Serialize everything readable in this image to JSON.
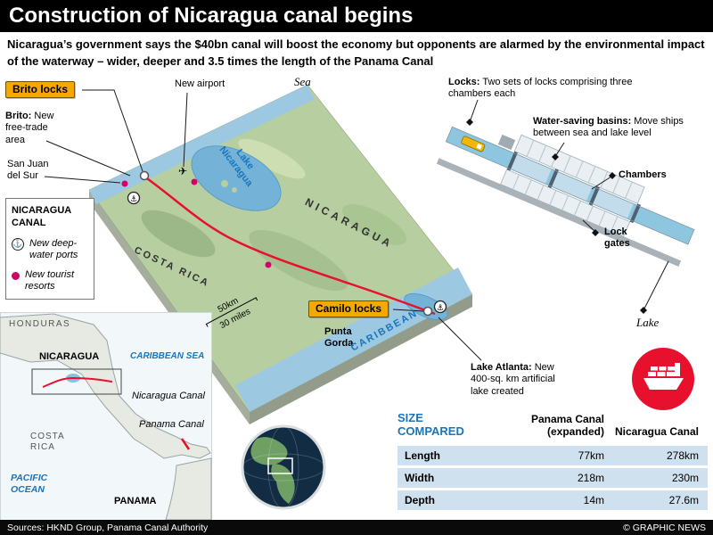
{
  "header": {
    "title": "Construction of Nicaragua canal begins"
  },
  "intro": "Nicaragua’s government says the $40bn canal will boost the economy but opponents are alarmed by the environmental impact of the waterway – wider, deeper and 3.5 times the length of the Panama Canal",
  "map": {
    "labels": {
      "brito_locks": "Brito locks",
      "new_airport": "New airport",
      "sea": "Sea",
      "brito_title": "Brito:",
      "brito_text": "New free-trade area",
      "san_juan": "San Juan del Sur",
      "costa_rica": "COSTA RICA",
      "nicaragua": "NICARAGUA",
      "lake_nicaragua": "Lake Nicaragua",
      "scale_km": "50km",
      "scale_miles": "30 miles",
      "camilo_locks": "Camilo locks",
      "punta_gorda": "Punta Gorda",
      "caribbean": "CARIBBEAN",
      "lake_atlanta_title": "Lake Atlanta:",
      "lake_atlanta_text": "New 400-sq. km artificial lake created"
    },
    "legend": {
      "title": "NICARAGUA CANAL",
      "items": [
        {
          "icon": "anchor-icon",
          "label": "New deep-water ports"
        },
        {
          "icon": "resort-dot-icon",
          "label": "New tourist resorts"
        }
      ]
    }
  },
  "locks_diagram": {
    "locks_title": "Locks:",
    "locks_text": "Two sets of locks comprising three chambers each",
    "basins_title": "Water-saving basins:",
    "basins_text": "Move ships between sea and lake level",
    "chambers": "Chambers",
    "lock_gates": "Lock gates",
    "lake": "Lake"
  },
  "locator": {
    "honduras": "HONDURAS",
    "nicaragua": "NICARAGUA",
    "caribbean_sea": "CARIBBEAN SEA",
    "nicaragua_canal": "Nicaragua Canal",
    "panama_canal": "Panama Canal",
    "costa_rica": "COSTA RICA",
    "pacific_ocean": "PACIFIC OCEAN",
    "panama": "PANAMA"
  },
  "table": {
    "title": "SIZE COMPARED",
    "columns": [
      "Panama Canal (expanded)",
      "Nicaragua Canal"
    ],
    "rows": [
      {
        "label": "Length",
        "panama": "77km",
        "nicaragua": "278km"
      },
      {
        "label": "Width",
        "panama": "218m",
        "nicaragua": "230m"
      },
      {
        "label": "Depth",
        "panama": "14m",
        "nicaragua": "27.6m"
      }
    ]
  },
  "footer": {
    "sources": "Sources: HKND Group, Panama Canal Authority",
    "credit": "© GRAPHIC NEWS"
  },
  "colors": {
    "accent_red": "#e8112d",
    "water_blue": "#9cc8e2",
    "label_yellow": "#f5a800",
    "resort_magenta": "#d4006a",
    "table_blue": "#1a75bb"
  }
}
